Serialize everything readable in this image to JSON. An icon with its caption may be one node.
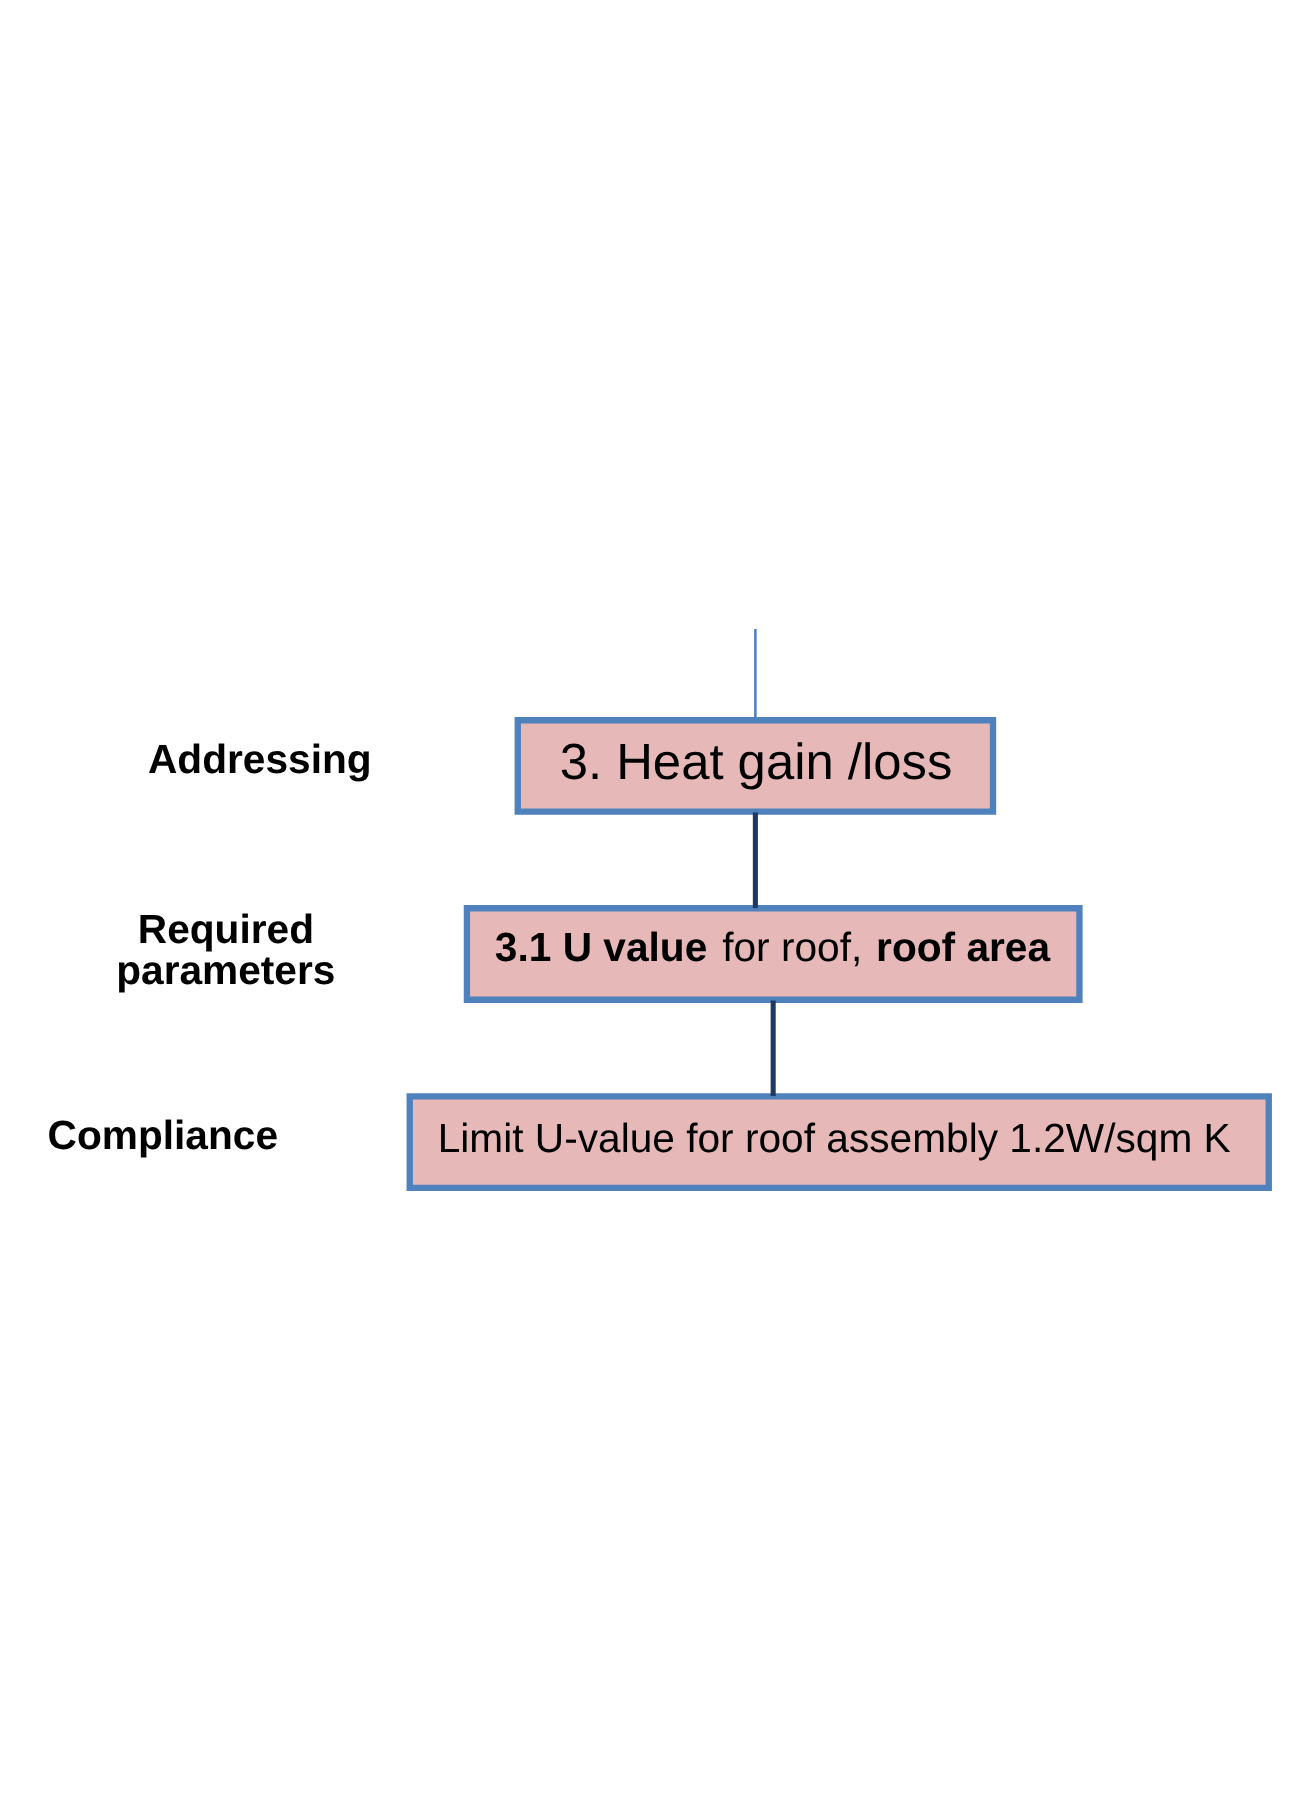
{
  "diagram": {
    "nodes": [
      {
        "text": [
          "3. Heat gain /loss"
        ]
      },
      {
        "text": [
          "**3.1 U value** for roof, **roof area**"
        ]
      },
      {
        "text": [
          "Limit U-value for roof assembly 1.2W/sqm K"
        ]
      }
    ],
    "edges": [
      {
        "from": null,
        "to": 0,
        "arrow": "none",
        "color": "#4f81bd"
      },
      {
        "from": 0,
        "to": 1,
        "arrow": "none"
      },
      {
        "from": 1,
        "to": 2,
        "arrow": "none"
      }
    ],
    "labels": [
      "Addressing",
      "Required parameters",
      "Compliance"
    ]
  }
}
